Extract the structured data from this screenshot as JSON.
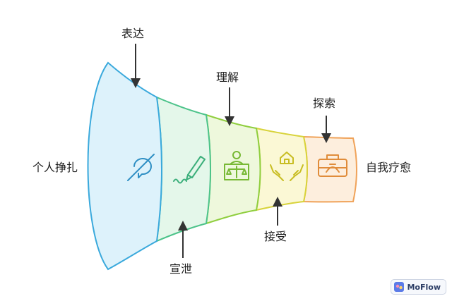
{
  "labels": {
    "left": "个人挣扎",
    "right": "自我疗愈",
    "stage1": "表达",
    "stage2": "宣泄",
    "stage3": "理解",
    "stage4": "接受",
    "stage5": "探索"
  },
  "icons": [
    "chat-off-icon",
    "pen-icon",
    "judge-scales-icon",
    "hands-house-icon",
    "toolbox-icon"
  ],
  "colors": {
    "segment1_fill": "#ddf2fb",
    "segment1_stroke": "#3aa9dc",
    "segment2_fill": "#e4f7ea",
    "segment2_stroke": "#4cc38a",
    "segment3_fill": "#eef8dc",
    "segment3_stroke": "#8fce3e",
    "segment4_fill": "#fbf8d5",
    "segment4_stroke": "#d8d33a",
    "segment5_fill": "#fdeedd",
    "segment5_stroke": "#f0a35a"
  },
  "badge": {
    "text": "MoFlow"
  }
}
